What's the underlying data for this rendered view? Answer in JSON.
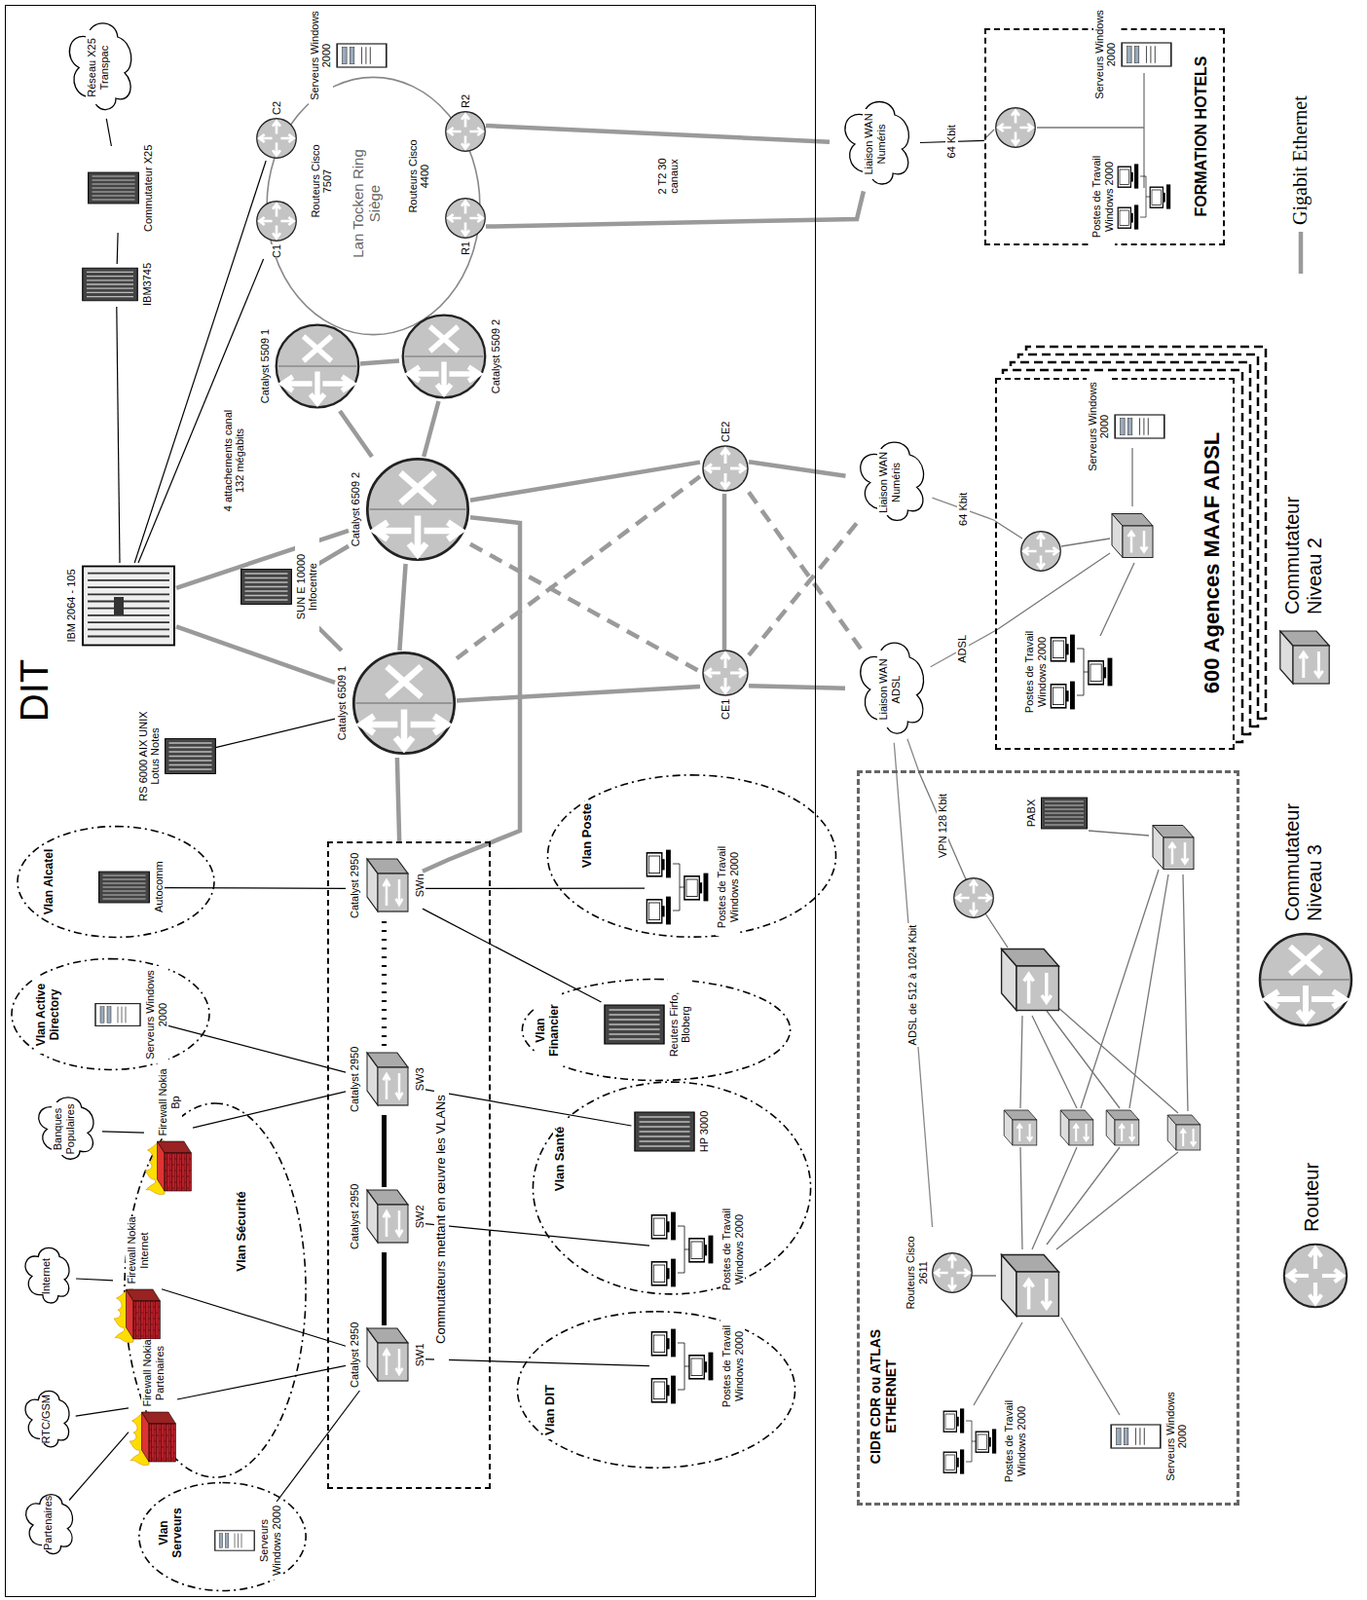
{
  "diagram": {
    "nodes": [
      {
        "text": [
          "DIT"
        ]
      },
      {
        "text": [
          "Réseau X25 Transpac"
        ],
        "in": 0
      },
      {
        "text": [
          "Commutateur X25"
        ],
        "in": 0
      },
      {
        "text": [
          "IBM3745"
        ],
        "in": 0
      },
      {
        "text": [
          "IBM 2064 - 105"
        ],
        "in": 0
      },
      {
        "text": [
          "Lan Tocken Ring Siège"
        ],
        "in": 0
      },
      {
        "text": [
          "C2"
        ],
        "in": 0
      },
      {
        "text": [
          "C1"
        ],
        "in": 0
      },
      {
        "text": [
          "Serveurs Windows 2000"
        ],
        "in": 0
      },
      {
        "text": [
          "R2"
        ],
        "in": 0
      },
      {
        "text": [
          "R1"
        ],
        "in": 0
      },
      {
        "text": [
          "Catalyst 5509 1"
        ],
        "in": 0
      },
      {
        "text": [
          "Catalyst 5509 2"
        ],
        "in": 0
      },
      {
        "text": [
          "Catalyst 6509 2"
        ],
        "in": 0
      },
      {
        "text": [
          "SUN E 10000 Infocentre"
        ],
        "in": 0
      },
      {
        "text": [
          "Catalyst 6509 1"
        ],
        "in": 0
      },
      {
        "text": [
          "RS 6000 AIX UNIX Lotus Notes"
        ],
        "in": 0
      },
      {
        "text": [
          "CE2"
        ],
        "in": 0
      },
      {
        "text": [
          "CE1"
        ],
        "in": 0
      },
      {
        "text": [
          "Commutateurs mettant en œuvre les VLANs"
        ],
        "in": 0
      },
      {
        "text": [
          "Catalyst 2950",
          "SWn"
        ],
        "in": 19
      },
      {
        "text": [
          "Catalyst 2950",
          "SW3"
        ],
        "in": 19
      },
      {
        "text": [
          "Catalyst 2950",
          "SW2"
        ],
        "in": 19
      },
      {
        "text": [
          "Catalyst 2950",
          "SW1"
        ],
        "in": 19
      },
      {
        "text": [
          "Vlan Alcatel"
        ],
        "in": 0
      },
      {
        "text": [
          "Autocomm"
        ],
        "in": 24
      },
      {
        "text": [
          "Vlan Active Directory"
        ],
        "in": 0
      },
      {
        "text": [
          "Serveurs Windows 2000"
        ],
        "in": 26
      },
      {
        "text": [
          "Vlan Sécurité"
        ],
        "in": 0
      },
      {
        "text": [
          "Firewall Nokia Bp"
        ],
        "in": 28
      },
      {
        "text": [
          "Firewall Nokia Internet"
        ],
        "in": 28
      },
      {
        "text": [
          "Firewall Nokia Partenaires"
        ],
        "in": 28
      },
      {
        "text": [
          "Banques Populaires"
        ],
        "in": 0
      },
      {
        "text": [
          "Internet"
        ],
        "in": 0
      },
      {
        "text": [
          "RTC/GSM"
        ],
        "in": 0
      },
      {
        "text": [
          "Partenaires"
        ],
        "in": 0
      },
      {
        "text": [
          "Vlan Serveurs"
        ],
        "in": 0
      },
      {
        "text": [
          "Serveurs Windows 2000"
        ],
        "in": 36
      },
      {
        "text": [
          "Vlan Poste"
        ],
        "in": 0
      },
      {
        "text": [
          "Postes de Travail Windows 2000"
        ],
        "in": 38
      },
      {
        "text": [
          "Vlan Financier"
        ],
        "in": 0
      },
      {
        "text": [
          "Reuters Firfo, Bloberg"
        ],
        "in": 40
      },
      {
        "text": [
          "Vlan Santé"
        ],
        "in": 0
      },
      {
        "text": [
          "HP 3000"
        ],
        "in": 42
      },
      {
        "text": [
          "Postes de Travail Windows 2000"
        ],
        "in": 42
      },
      {
        "text": [
          "Vlan DIT"
        ],
        "in": 0
      },
      {
        "text": [
          "Postes de Travail Windows 2000"
        ],
        "in": 45
      },
      {
        "text": [
          "Liaison WAN Numéris"
        ]
      },
      {
        "text": [
          "Liaison WAN Numéris"
        ]
      },
      {
        "text": [
          "Liaison WAN ADSL"
        ]
      },
      {
        "text": [
          "FORMATION HOTELS"
        ]
      },
      {
        "text": [
          "Serveurs Windows 2000"
        ],
        "in": 50
      },
      {
        "text": [
          "Postes de Travail Windows 2000"
        ],
        "in": 50
      },
      {
        "text": [
          "600 Agences MAAF ADSL"
        ]
      },
      {
        "text": [
          "Serveurs Windows 2000"
        ],
        "in": 53
      },
      {
        "text": [
          "Postes de Travail Windows 2000"
        ],
        "in": 53
      },
      {
        "text": [
          "CIDR CDR ou ATLAS ETHERNET"
        ]
      },
      {
        "text": [
          "PABX"
        ],
        "in": 56
      },
      {
        "text": [
          "Routeurs Cisco 2611"
        ],
        "in": 56
      },
      {
        "text": [
          "Postes de Travail Windows 2000"
        ],
        "in": 56
      },
      {
        "text": [
          "Serveurs Windows 2000"
        ],
        "in": 56
      }
    ],
    "edges": [
      {
        "from": 1,
        "to": 2,
        "arrow": "none"
      },
      {
        "from": 2,
        "to": 3,
        "arrow": "none"
      },
      {
        "from": 3,
        "to": 4,
        "arrow": "none"
      },
      {
        "from": 4,
        "to": 7,
        "arrow": "none"
      },
      {
        "from": 4,
        "to": 6,
        "arrow": "none"
      },
      {
        "from": 4,
        "to": 13,
        "arrow": "none"
      },
      {
        "from": 4,
        "to": 15,
        "arrow": "none"
      },
      {
        "from": 14,
        "to": 13,
        "arrow": "none"
      },
      {
        "from": 14,
        "to": 15,
        "arrow": "none"
      },
      {
        "from": 16,
        "to": 15,
        "arrow": "none"
      },
      {
        "from": 11,
        "to": 13,
        "arrow": "none"
      },
      {
        "from": 12,
        "to": 13,
        "arrow": "none"
      },
      {
        "from": 11,
        "to": 12,
        "arrow": "none"
      },
      {
        "from": 13,
        "to": 15,
        "arrow": "none"
      },
      {
        "from": 13,
        "to": 17,
        "arrow": "none"
      },
      {
        "from": 15,
        "to": 18,
        "arrow": "none"
      },
      {
        "from": 13,
        "to": 18,
        "arrow": "none"
      },
      {
        "from": 15,
        "to": 17,
        "arrow": "none"
      },
      {
        "from": 17,
        "to": 18,
        "arrow": "none"
      },
      {
        "from": 17,
        "to": 48,
        "arrow": "none"
      },
      {
        "from": 18,
        "to": 49,
        "arrow": "none"
      },
      {
        "from": 17,
        "to": 49,
        "arrow": "none"
      },
      {
        "from": 18,
        "to": 48,
        "arrow": "none"
      },
      {
        "from": 15,
        "to": 19,
        "arrow": "none"
      },
      {
        "from": 13,
        "to": 20,
        "arrow": "none"
      },
      {
        "from": 20,
        "to": 21,
        "arrow": "none"
      },
      {
        "from": 21,
        "to": 22,
        "arrow": "none"
      },
      {
        "from": 22,
        "to": 23,
        "arrow": "none"
      },
      {
        "from": 9,
        "to": 47,
        "arrow": "none"
      },
      {
        "from": 10,
        "to": 47,
        "arrow": "none"
      },
      {
        "from": 47,
        "to": 50,
        "label": "64 Kbit",
        "arrow": "none"
      },
      {
        "from": 48,
        "to": 53,
        "label": "64 Kbit",
        "arrow": "none"
      },
      {
        "from": 49,
        "to": 53,
        "label": "ADSL",
        "arrow": "none"
      },
      {
        "from": 49,
        "to": 58,
        "label": "ADSL de 512 à 1024 Kbit",
        "arrow": "none"
      },
      {
        "from": 49,
        "to": 56,
        "label": "VPN 128 Kbit",
        "arrow": "none"
      },
      {
        "from": 25,
        "to": 20,
        "arrow": "none"
      },
      {
        "from": 27,
        "to": 21,
        "arrow": "none"
      },
      {
        "from": 29,
        "to": 21,
        "arrow": "none"
      },
      {
        "from": 30,
        "to": 23,
        "arrow": "none"
      },
      {
        "from": 31,
        "to": 23,
        "arrow": "none"
      },
      {
        "from": 37,
        "to": 23,
        "arrow": "none"
      },
      {
        "from": 39,
        "to": 20,
        "arrow": "none"
      },
      {
        "from": 41,
        "to": 20,
        "arrow": "none"
      },
      {
        "from": 43,
        "to": 21,
        "arrow": "none"
      },
      {
        "from": 44,
        "to": 22,
        "arrow": "none"
      },
      {
        "from": 46,
        "to": 23,
        "arrow": "none"
      },
      {
        "from": 32,
        "to": 29,
        "arrow": "none"
      },
      {
        "from": 33,
        "to": 30,
        "arrow": "none"
      },
      {
        "from": 34,
        "to": 31,
        "arrow": "none"
      },
      {
        "from": 35,
        "to": 31,
        "arrow": "none"
      }
    ],
    "labels": [
      "Routeurs Cisco 7507",
      "Routeurs Cisco 4400",
      "4 attachements canal 132 mégabits",
      "2 T2 30 canaux"
    ],
    "legend": [
      {
        "text": "Gigabit Ethernet"
      },
      {
        "text": "Commutateur Niveau 2"
      },
      {
        "text": "Commutateur Niveau 3"
      },
      {
        "text": "Routeur"
      }
    ]
  }
}
